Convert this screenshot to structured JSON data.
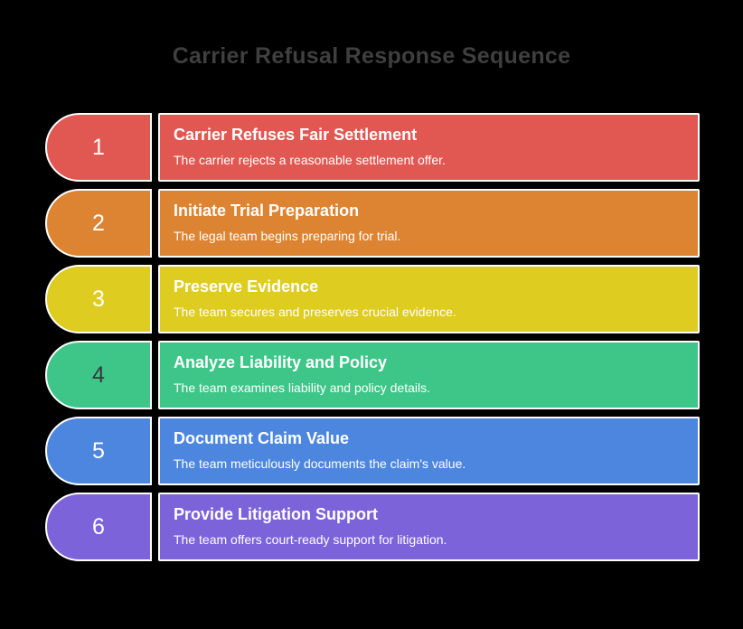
{
  "diagram": {
    "title": "Carrier Refusal Response Sequence",
    "colors": {
      "background": "#000000",
      "title_text": "#3F3F3F",
      "border": "#FFFFFF",
      "card_text": "#FFFFFF"
    },
    "steps": [
      {
        "number": "1",
        "title": "Carrier Refuses Fair Settlement",
        "description": "The carrier rejects a reasonable settlement offer.",
        "fill": "#E15752",
        "number_color": "#FFFFFF"
      },
      {
        "number": "2",
        "title": "Initiate Trial Preparation",
        "description": "The legal team begins preparing for trial.",
        "fill": "#DD8433",
        "number_color": "#FFFFFF"
      },
      {
        "number": "3",
        "title": "Preserve Evidence",
        "description": "The team secures and preserves crucial evidence.",
        "fill": "#DECC20",
        "number_color": "#FFFFFF"
      },
      {
        "number": "4",
        "title": "Analyze Liability and Policy",
        "description": "The team examines liability and policy details.",
        "fill": "#3EC588",
        "number_color": "#383838"
      },
      {
        "number": "5",
        "title": "Document Claim Value",
        "description": "The team meticulously documents the claim's value.",
        "fill": "#4D86DF",
        "number_color": "#FFFFFF"
      },
      {
        "number": "6",
        "title": "Provide Litigation Support",
        "description": "The team offers court-ready support for litigation.",
        "fill": "#7C63D9",
        "number_color": "#FFFFFF"
      }
    ]
  }
}
